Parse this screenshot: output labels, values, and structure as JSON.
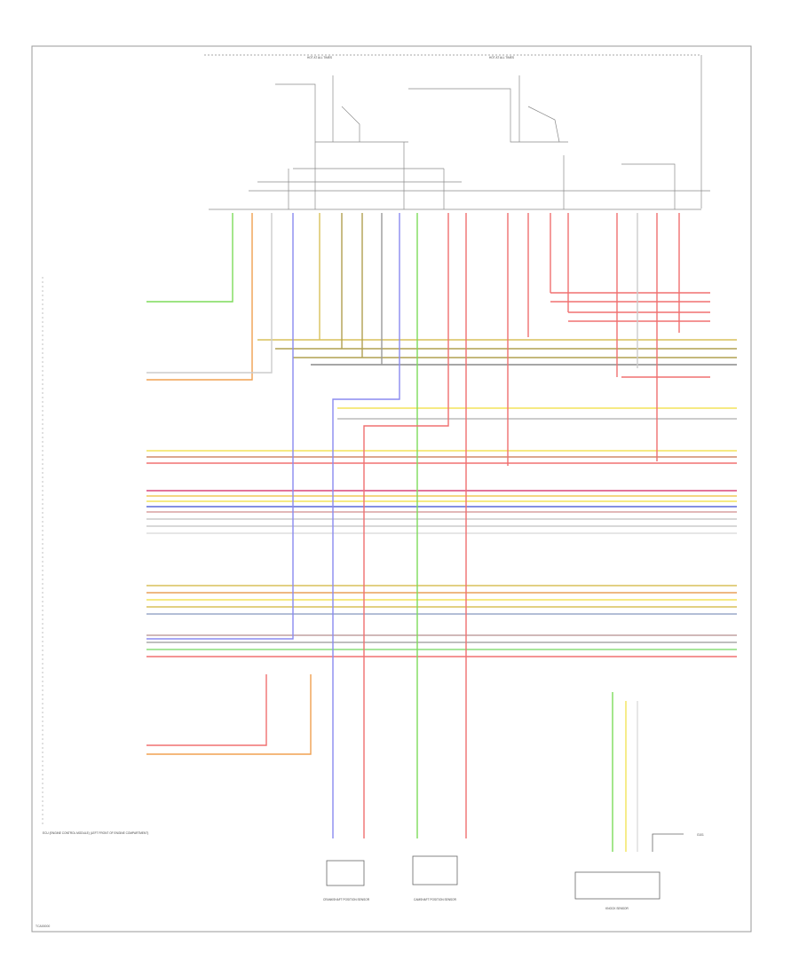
{
  "footer_code": "TCA00000",
  "components": {
    "hot_bus_left": "HOT AT ALL TIMES",
    "hot_bus_right": "HOT AT ALL TIMES",
    "pcm_module": "ECU (ENGINE CONTROL MODULE) (LEFT FRONT OF ENGINE COMPARTMENT)",
    "left_sensor": "CRANKSHAFT POSITION SENSOR",
    "middle_sensor": "CAMSHAFT POSITION SENSOR",
    "right_sensor": "KNOCK SENSOR",
    "ground_label": "G101"
  }
}
